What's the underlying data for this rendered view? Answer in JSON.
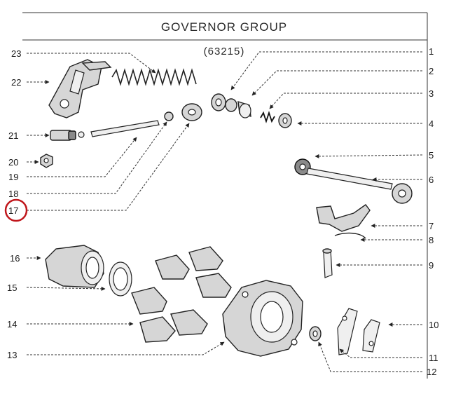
{
  "title": "GOVERNOR GROUP",
  "part_number": "(63215)",
  "callouts": [
    "1",
    "2",
    "3",
    "4",
    "5",
    "6",
    "7",
    "8",
    "9",
    "10",
    "11",
    "12",
    "13",
    "14",
    "15",
    "16",
    "17",
    "18",
    "19",
    "20",
    "21",
    "22",
    "23"
  ],
  "highlight": {
    "label": "17",
    "color": "#c0161b"
  },
  "colors": {
    "line": "#333333",
    "part_fill": "#d6d6d6",
    "part_dark": "#8a8a8a"
  }
}
